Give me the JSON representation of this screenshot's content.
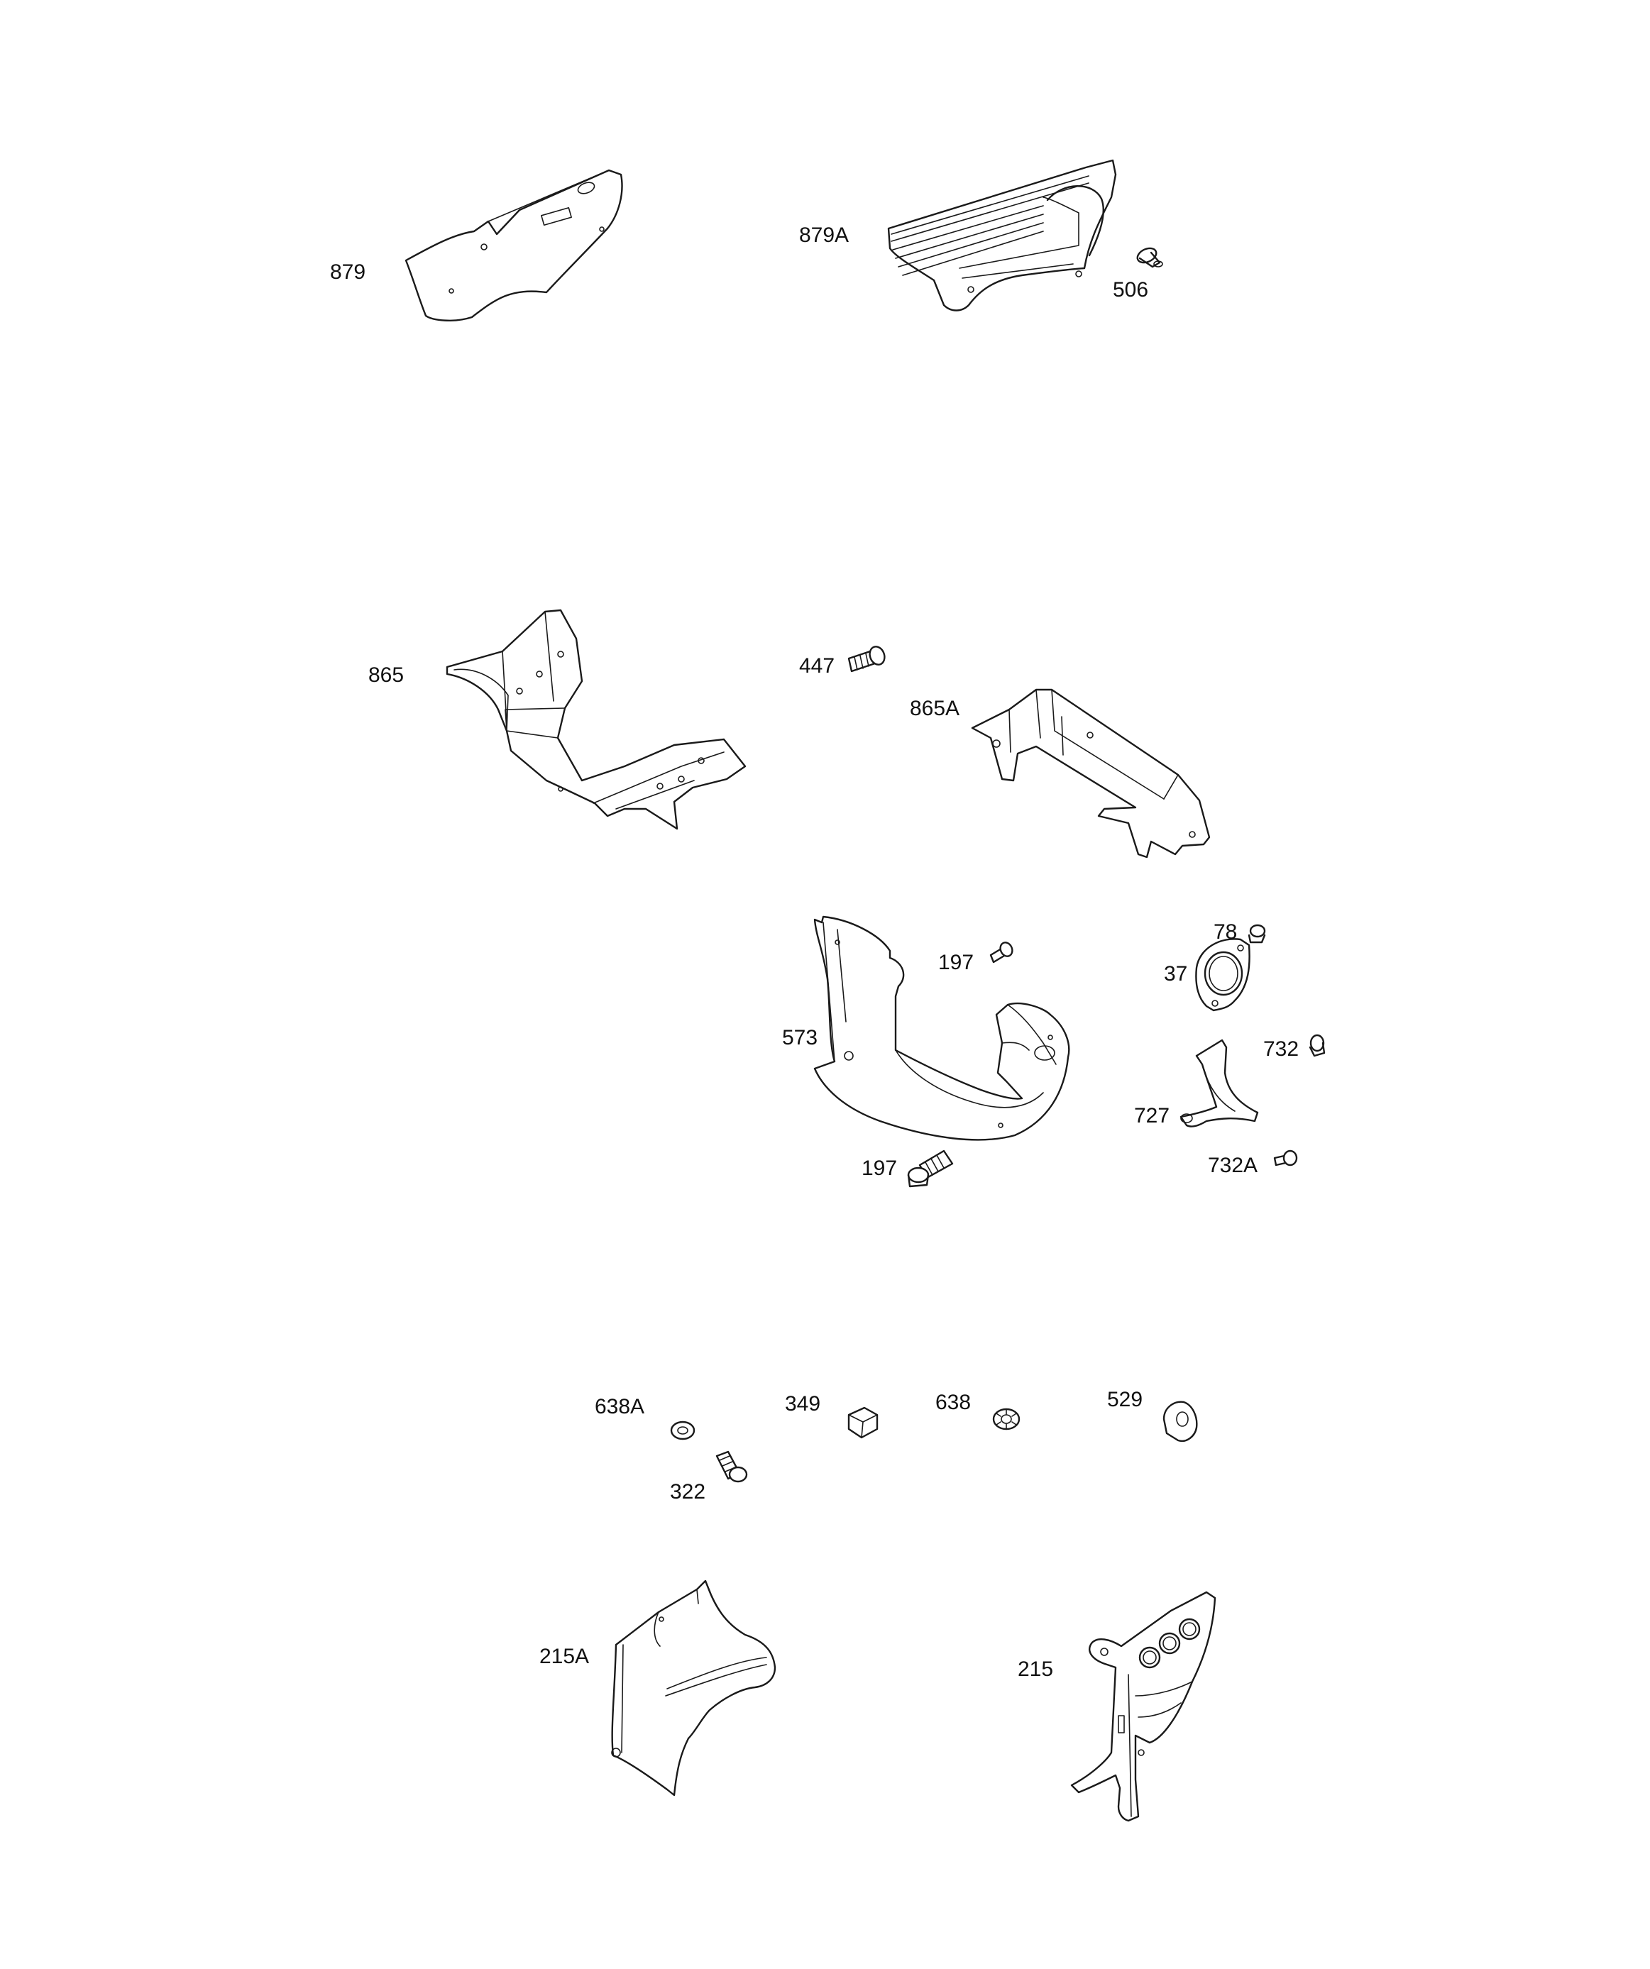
{
  "callouts": {
    "p879": "879",
    "p879A": "879A",
    "p506": "506",
    "p865": "865",
    "p447": "447",
    "p865A": "865A",
    "p197a": "197",
    "p78": "78",
    "p37": "37",
    "p573": "573",
    "p732": "732",
    "p727": "727",
    "p197b": "197",
    "p732A": "732A",
    "p638A": "638A",
    "p349": "349",
    "p638": "638",
    "p529": "529",
    "p322": "322",
    "p215A": "215A",
    "p215": "215"
  },
  "colors": {
    "line": "#1a1a1a",
    "background": "#ffffff"
  }
}
